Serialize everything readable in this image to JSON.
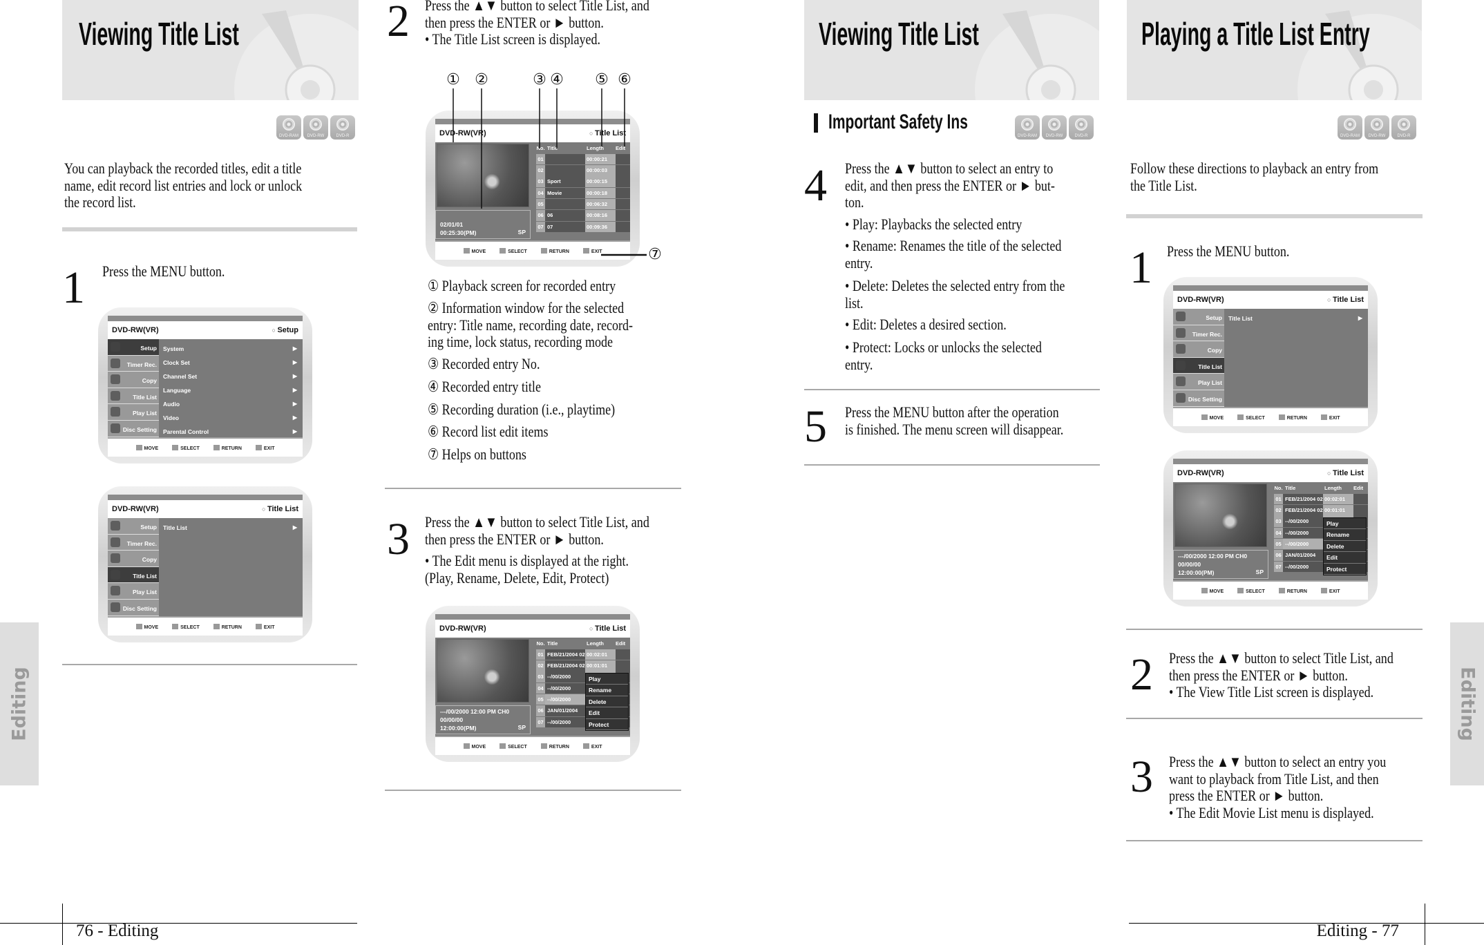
{
  "left_page": {
    "header_title": "Viewing Title List",
    "disc_badges": [
      "DVD-RAM",
      "DVD-RW",
      "DVD-R"
    ],
    "intro": "You can playback the recorded titles, edit a title\nname, edit record list entries and lock or unlock\nthe record list.",
    "step1": {
      "number": "1",
      "text": "Press the MENU button."
    },
    "step2": {
      "number": "2",
      "text": "Press the ▲▼ button to select Title List, and\nthen press the ENTER or ► button.\n• The Title List screen is displayed."
    },
    "callouts": [
      "①",
      "②",
      "③",
      "④",
      "⑤",
      "⑥",
      "⑦"
    ],
    "legend": [
      "① Playback screen for recorded entry",
      "② Information window for the selected\n    entry: Title name, recording date, record-\n    ing time, lock status, recording mode",
      "③ Recorded entry No.",
      "④ Recorded entry title",
      "⑤ Recording duration (i.e., playtime)",
      "⑥ Record list edit items",
      "⑦ Helps on buttons"
    ],
    "step3": {
      "number": "3",
      "text": "Press the ▲▼ button to select Title List, and\nthen press the ENTER or ► button.",
      "bullet": "• The Edit menu is displayed at the right.\n  (Play, Rename, Delete, Edit, Protect)"
    },
    "side_tab": "Editing",
    "footer": "76 - Editing"
  },
  "right_page": {
    "header_title": "Viewing Title List",
    "section_title": "Important Safety Ins",
    "disc_badges": [
      "DVD-RAM",
      "DVD-RW",
      "DVD-R"
    ],
    "step4": {
      "number": "4",
      "text": "Press the ▲▼ button to select an entry to\nedit, and then press the ENTER or ► but-\nton.",
      "bullets": [
        "• Play: Playbacks the selected entry",
        "•  Rename: Renames the title of the selected\n   entry.",
        "• Delete: Deletes the selected entry from the\n   list.",
        "• Edit: Deletes a desired section.",
        "• Protect: Locks or unlocks the selected\n   entry."
      ]
    },
    "step5": {
      "number": "5",
      "text": "Press the MENU button after the operation\nis finished. The menu screen will disappear."
    },
    "play_header_title": "Playing a Title List Entry",
    "play_badges": [
      "DVD-RAM",
      "DVD-RW",
      "DVD-R"
    ],
    "play_intro": "Follow these directions to playback an entry from\nthe Title List.",
    "play_step1": {
      "number": "1",
      "text": "Press the MENU button."
    },
    "play_step2": {
      "number": "2",
      "text": "Press the ▲▼ button to select Title List, and\nthen press the ENTER or ► button.\n• The View Title List screen is displayed."
    },
    "play_step3": {
      "number": "3",
      "text": "Press the ▲▼ button to select an entry you\nwant to playback from Title List, and then\npress the ENTER or ► button.\n• The Edit Movie List menu is displayed."
    },
    "side_tab": "Editing",
    "footer": "Editing - 77"
  },
  "screens": {
    "menu_setup": {
      "type": "menu",
      "header_left": "DVD-RW(VR)",
      "header_right": "Setup",
      "sidebar": [
        "Setup",
        "Timer Rec.",
        "Copy",
        "Title List",
        "Play List",
        "Disc Setting"
      ],
      "selected": 0,
      "items": [
        "System",
        "Clock Set",
        "Channel Set",
        "Language",
        "Audio",
        "Video",
        "Parental Control"
      ],
      "footer": [
        "MOVE",
        "SELECT",
        "RETURN",
        "EXIT"
      ]
    },
    "menu_title": {
      "type": "menu",
      "header_left": "DVD-RW(VR)",
      "header_right": "Title List",
      "sidebar": [
        "Setup",
        "Timer Rec.",
        "Copy",
        "Title List",
        "Play List",
        "Disc Setting"
      ],
      "selected": 3,
      "items": [
        "Title List"
      ],
      "footer": [
        "MOVE",
        "SELECT",
        "RETURN",
        "EXIT"
      ]
    },
    "list_a": {
      "type": "list",
      "header_left": "DVD-RW(VR)",
      "header_right": "Title List",
      "columns": [
        "No.",
        "Title",
        "Length",
        "Edit"
      ],
      "rows": [
        [
          "01",
          "",
          "00:00:21"
        ],
        [
          "02",
          "",
          "00:00:03"
        ],
        [
          "03",
          "Sport",
          "00:00:15"
        ],
        [
          "04",
          "Movie",
          "00:00:18"
        ],
        [
          "05",
          "",
          "00:06:32"
        ],
        [
          "06",
          "06",
          "00:08:16"
        ],
        [
          "07",
          "07",
          "00:09:36"
        ]
      ],
      "info": [
        "",
        "02/01/01",
        "00:25:30(PM)"
      ],
      "mode": "SP",
      "footer": [
        "MOVE",
        "SELECT",
        "RETURN",
        "EXIT"
      ]
    },
    "list_b": {
      "type": "list",
      "header_left": "DVD-RW(VR)",
      "header_right": "Title List",
      "columns": [
        "No.",
        "Title",
        "Length",
        "Edit"
      ],
      "rows": [
        [
          "01",
          "FEB/21/2004 02",
          "00:02:01"
        ],
        [
          "02",
          "FEB/21/2004 02",
          "00:01:01"
        ],
        [
          "03",
          "--/00/2000",
          ""
        ],
        [
          "04",
          "--/00/2000",
          ""
        ],
        [
          "05",
          "--/00/2000",
          ""
        ],
        [
          "06",
          "JAN/01/2004",
          ""
        ],
        [
          "07",
          "--/00/2000",
          ""
        ]
      ],
      "highlighted_row": 4,
      "info": [
        "---/00/2000 12:00 PM CH0",
        "00/00/00",
        "12:00:00(PM)"
      ],
      "mode": "SP",
      "popup": [
        "Play",
        "Rename",
        "Delete",
        "Edit",
        "Protect"
      ],
      "footer": [
        "MOVE",
        "SELECT",
        "RETURN",
        "EXIT"
      ]
    }
  }
}
